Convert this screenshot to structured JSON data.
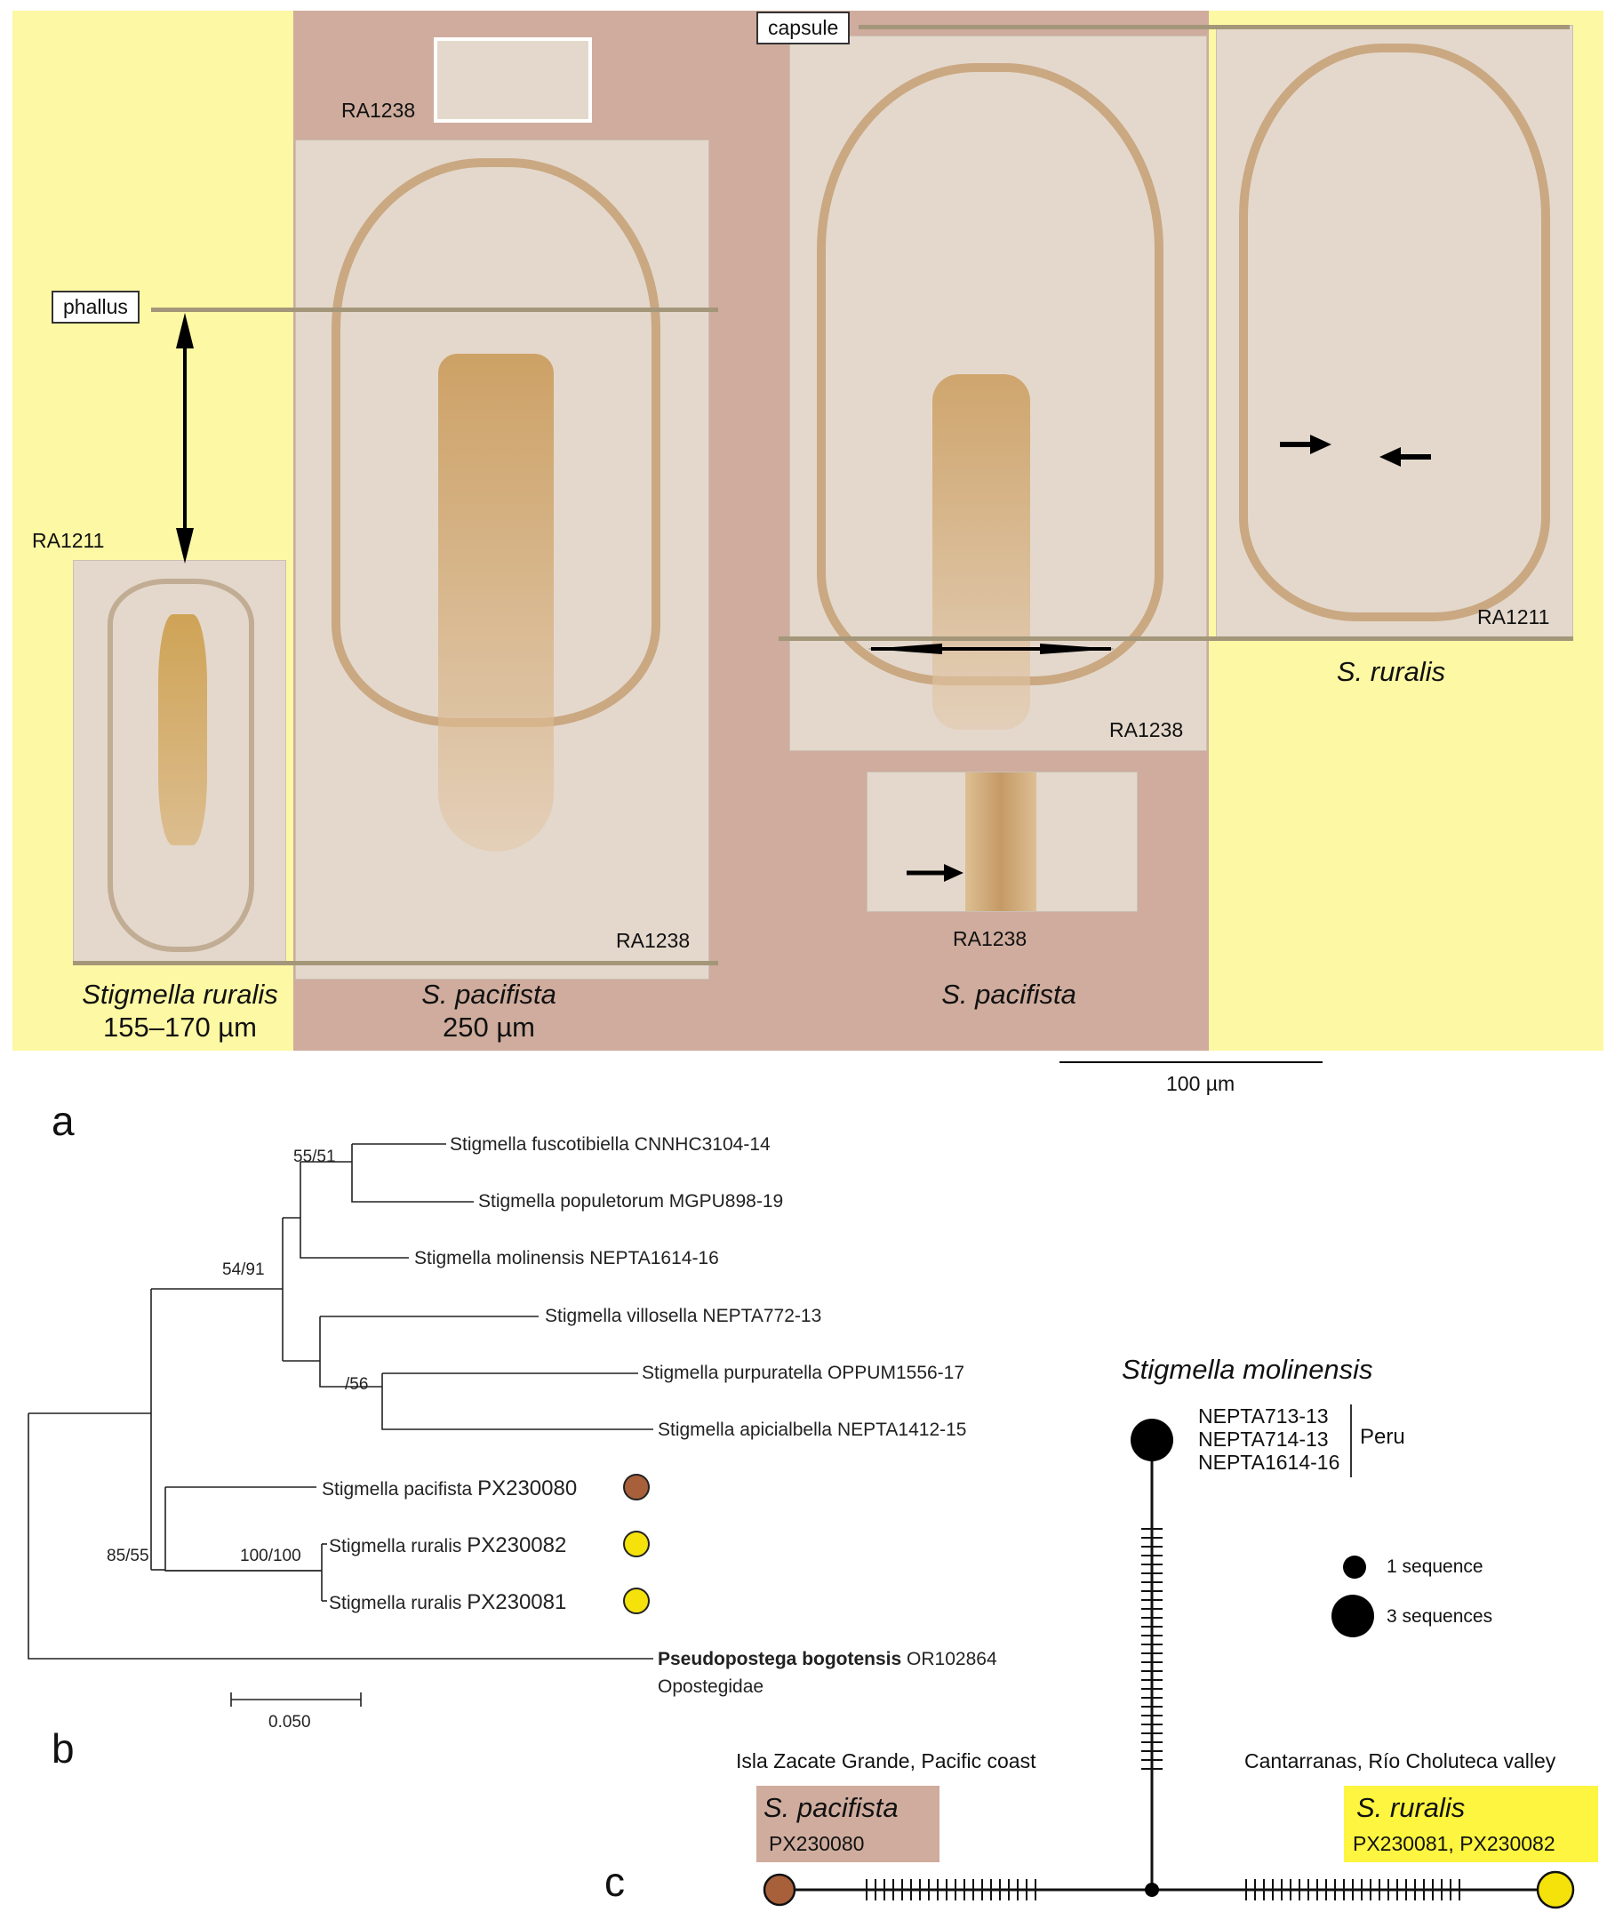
{
  "colors": {
    "yellow_bg": "#fdf8a3",
    "brown_bg": "#cfac9d",
    "pacifista_dot": "#a8603a",
    "ruralis_dot": "#f4e20a",
    "marker_line": "#a49679"
  },
  "panel_a": {
    "label": "a",
    "capsule_label": "capsule",
    "phallus_label": "phallus",
    "specimens": {
      "ra1211_top": "RA1211",
      "ra1238_top": "RA1238",
      "ra1238_mid": "RA1238",
      "ra1238_right": "RA1238",
      "ra1238_inset": "RA1238",
      "ra1211_right": "RA1211"
    },
    "captions": {
      "ruralis_species": "Stigmella ruralis",
      "ruralis_size": "155–170 µm",
      "pacifista_species": "S. pacifista",
      "pacifista_size": "250 µm",
      "pacifista_species_2": "S. pacifista",
      "ruralis_short": "S. ruralis"
    },
    "scale_bar": "100 µm"
  },
  "panel_b": {
    "label": "b",
    "taxa": [
      {
        "name": "Stigmella fuscotibiella",
        "acc": "CNNHC3104-14"
      },
      {
        "name": "Stigmella populetorum",
        "acc": "MGPU898-19"
      },
      {
        "name": "Stigmella molinensis",
        "acc": "NEPTA1614-16"
      },
      {
        "name": "Stigmella villosella",
        "acc": "NEPTA772-13"
      },
      {
        "name": "Stigmella purpuratella",
        "acc": "OPPUM1556-17"
      },
      {
        "name": "Stigmella apicialbella",
        "acc": "NEPTA1412-15"
      },
      {
        "name": "Stigmella pacifista",
        "acc": "PX230080"
      },
      {
        "name": "Stigmella ruralis",
        "acc": "PX230082"
      },
      {
        "name": "Stigmella ruralis",
        "acc": "PX230081"
      },
      {
        "name": "Pseudopostega bogotensis",
        "acc": "OR102864"
      }
    ],
    "outgroup_family": "Opostegidae",
    "supports": {
      "s1": "55/51",
      "s2": "54/91",
      "s3": "/56",
      "s4": "85/55",
      "s5": "100/100"
    },
    "scale": "0.050"
  },
  "panel_c": {
    "label": "c",
    "molinensis_title": "Stigmella molinensis",
    "molinensis_seqs": [
      "NEPTA713-13",
      "NEPTA714-13",
      "NEPTA1614-16"
    ],
    "molinensis_country": "Peru",
    "legend": {
      "one": "1 sequence",
      "three": "3 sequences"
    },
    "left_locality": "Isla Zacate Grande, Pacific coast",
    "right_locality": "Cantarranas, Río Choluteca valley",
    "left_species": "S. pacifista",
    "left_acc": "PX230080",
    "right_species": "S. ruralis",
    "right_acc": "PX230081, PX230082"
  }
}
